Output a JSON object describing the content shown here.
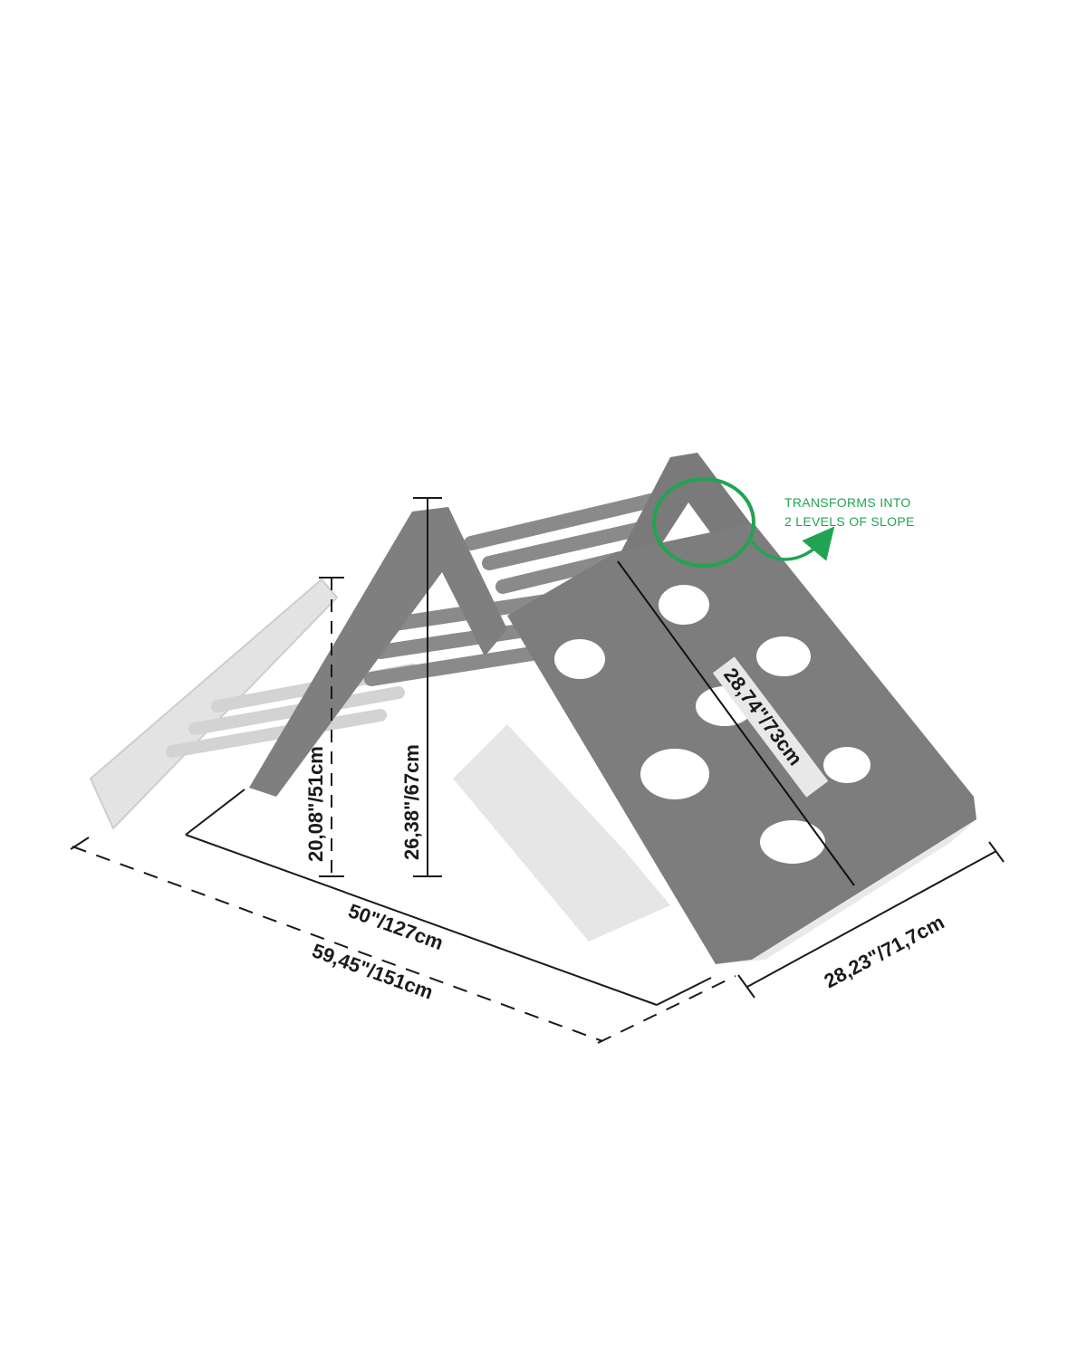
{
  "dimensions": {
    "inner_length": "50\"/127cm",
    "total_length": "59,45\"/151cm",
    "width": "28,23\"/71,7cm",
    "ramp_length": "28,74\"/73cm",
    "height_low": "20,08\"/51cm",
    "height_high": "26,38\"/67cm"
  },
  "annotation": {
    "line1": "TRANSFORMS INTO",
    "line2": "2 LEVELS OF SLOPE"
  },
  "colors": {
    "frame": "#7d7d7d",
    "frame_dark": "#6c6c6c",
    "ghost": "#d4d4d4",
    "accent": "#21a452",
    "dimension_line": "#1a1a1a"
  }
}
